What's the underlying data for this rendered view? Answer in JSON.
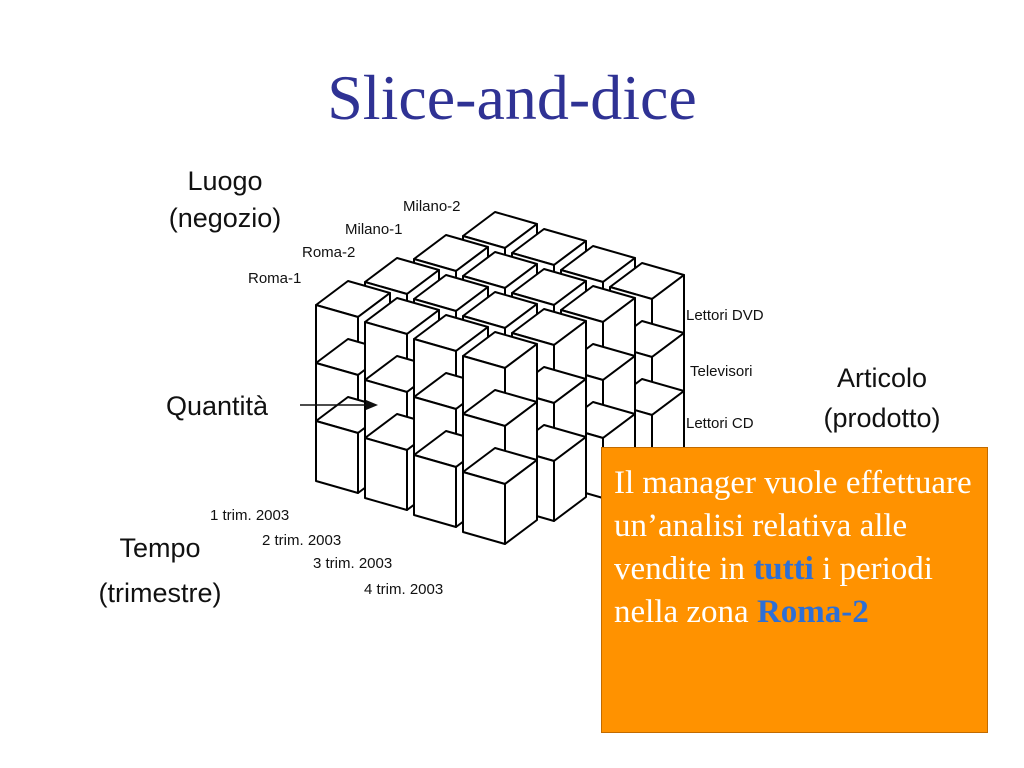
{
  "slide": {
    "title": "Slice-and-dice"
  },
  "diagram": {
    "store_axis": {
      "title": "Luogo",
      "subtitle": "(negozio)",
      "members": [
        "Milano-2",
        "Milano-1",
        "Roma-2",
        "Roma-1"
      ]
    },
    "product_axis": {
      "title": "Articolo",
      "subtitle": "(prodotto)",
      "members": [
        "Lettori DVD",
        "Televisori",
        "Lettori CD"
      ]
    },
    "time_axis": {
      "title": "Tempo",
      "subtitle": "(trimestre)",
      "members": [
        "1 trim. 2003",
        "2 trim. 2003",
        "3 trim. 2003",
        "4 trim. 2003"
      ]
    },
    "measure_label": "Quantità"
  },
  "callout": {
    "line1": "Il manager vuole effettuare un’analisi relativa alle vendite in",
    "highlight1": "tutti",
    "line2": "i periodi nella zona",
    "highlight2": "Roma-2",
    "background_color": "#ff9200",
    "highlight_color": "#2d6fd6"
  }
}
